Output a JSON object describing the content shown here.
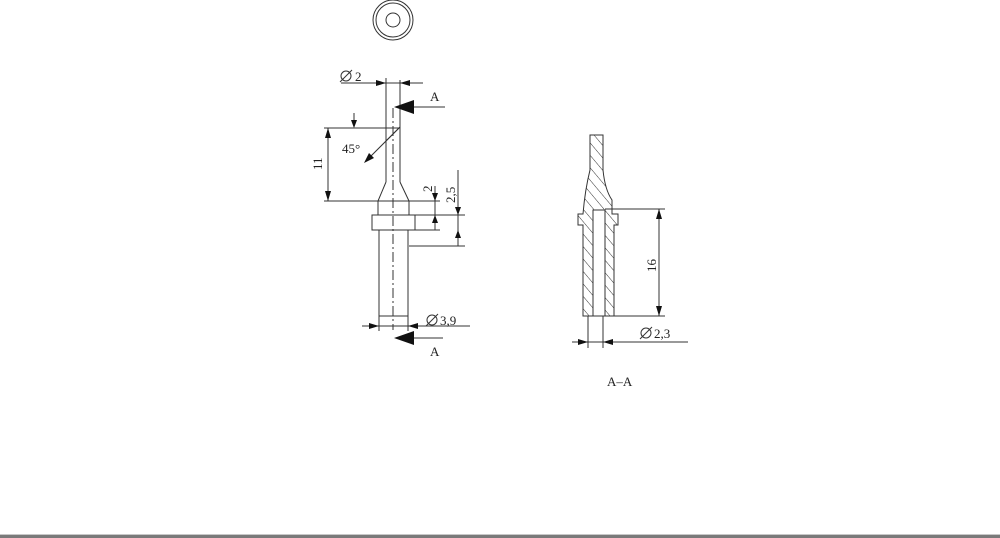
{
  "drawing": {
    "type": "technical-drawing",
    "views": {
      "top_view": {
        "label": ""
      },
      "front_view": {
        "dimensions": {
          "tip_diameter": "Ø2",
          "chamfer_angle": "45°",
          "tip_length": "11",
          "cone_height": "2",
          "collar_height": "2,5",
          "shank_diameter": "Ø3,9"
        },
        "section_marker_top": "A",
        "section_marker_bottom": "A"
      },
      "section_view": {
        "title": "A–A",
        "dimensions": {
          "bore_depth": "16",
          "bore_diameter": "Ø2,3"
        }
      }
    },
    "colors": {
      "line": "#333333",
      "background": "#ffffff"
    }
  },
  "labels": {
    "d2": "2",
    "angle": "45°",
    "len11": "11",
    "h2": "2",
    "h25": "2,5",
    "d39": "3,9",
    "markA1": "A",
    "markA2": "A",
    "len16": "16",
    "d23": "2,3",
    "section": "A–A"
  }
}
